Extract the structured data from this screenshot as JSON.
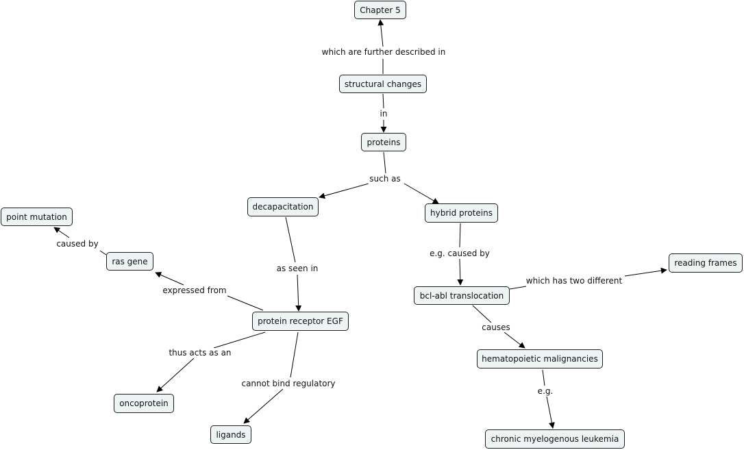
{
  "colors": {
    "node_fill": "#eef3f4",
    "line": "#000000"
  },
  "nodes": {
    "chapter5": "Chapter 5",
    "structural_changes": "structural changes",
    "proteins": "proteins",
    "decapacitation": "decapacitation",
    "hybrid_proteins": "hybrid proteins",
    "point_mutation": "point mutation",
    "ras_gene": "ras gene",
    "protein_receptor_egf": "protein receptor EGF",
    "oncoprotein": "oncoprotein",
    "ligands": "ligands",
    "reading_frames": "reading frames",
    "bcl_abl_translocation": "bcl-abl translocation",
    "hematopoietic_malignancies": "hematopoietic malignancies",
    "chronic_myelogenous_leukemia": "chronic myelogenous leukemia"
  },
  "links": {
    "further_described": "which are further described in",
    "in": "in",
    "such_as": "such as",
    "as_seen_in": "as seen in",
    "eg_caused_by": "e.g. caused by",
    "caused_by": "caused by",
    "expressed_from": "expressed from",
    "thus_acts_as_an": "thus acts as an",
    "cannot_bind_regulatory": "cannot bind regulatory",
    "which_has_two_different": "which has two different",
    "causes": "causes",
    "eg": "e.g."
  }
}
